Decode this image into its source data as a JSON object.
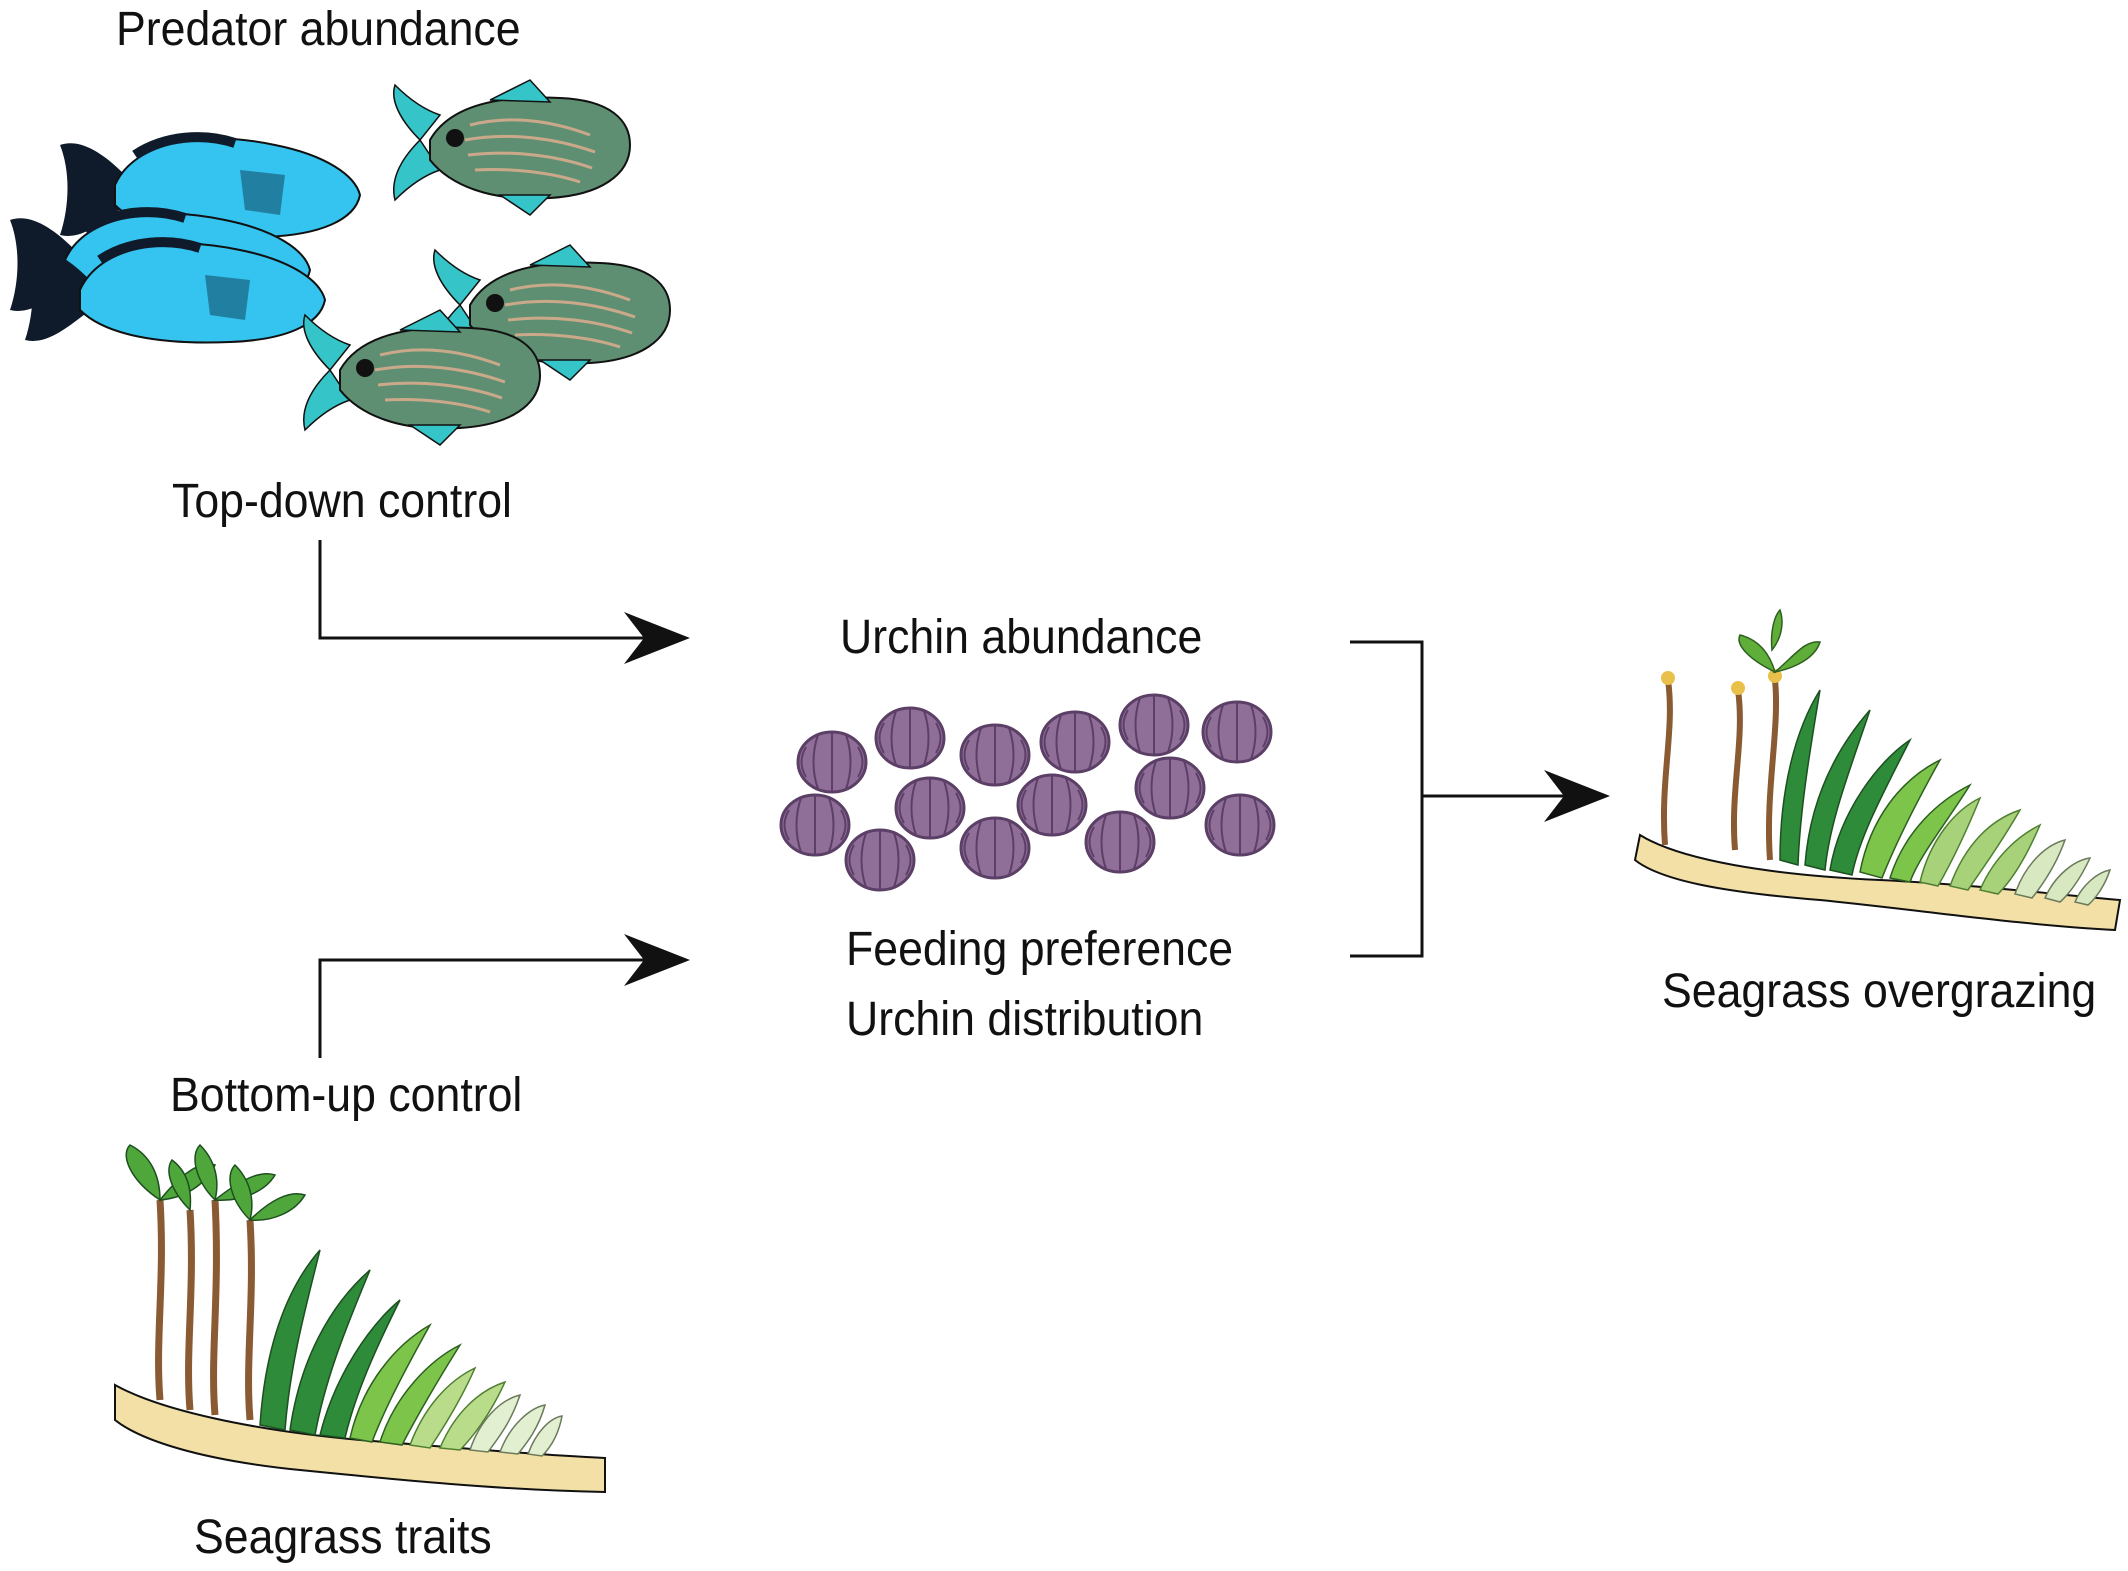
{
  "labels": {
    "predator_abundance": "Predator abundance",
    "top_down": "Top-down control",
    "urchin_abundance": "Urchin abundance",
    "feeding_preference": "Feeding preference",
    "urchin_distribution": "Urchin distribution",
    "bottom_up": "Bottom-up control",
    "seagrass_traits": "Seagrass traits",
    "seagrass_overgrazing": "Seagrass overgrazing"
  },
  "colors": {
    "blue_fish": "#35c3f0",
    "blue_fish_dark": "#0f1a2a",
    "green_fish": "#5f8f72",
    "fish_fin": "#35c4c7",
    "fish_stripe": "#c9a98a",
    "urchin": "#8f6f98",
    "urchin_dark": "#5c3f66",
    "seagrass_dark": "#2e8b3a",
    "seagrass_mid": "#5fae3a",
    "seagrass_light": "#a8d27a",
    "stem": "#8a5a32",
    "sand": "#f2e0a6",
    "line": "#111111"
  }
}
